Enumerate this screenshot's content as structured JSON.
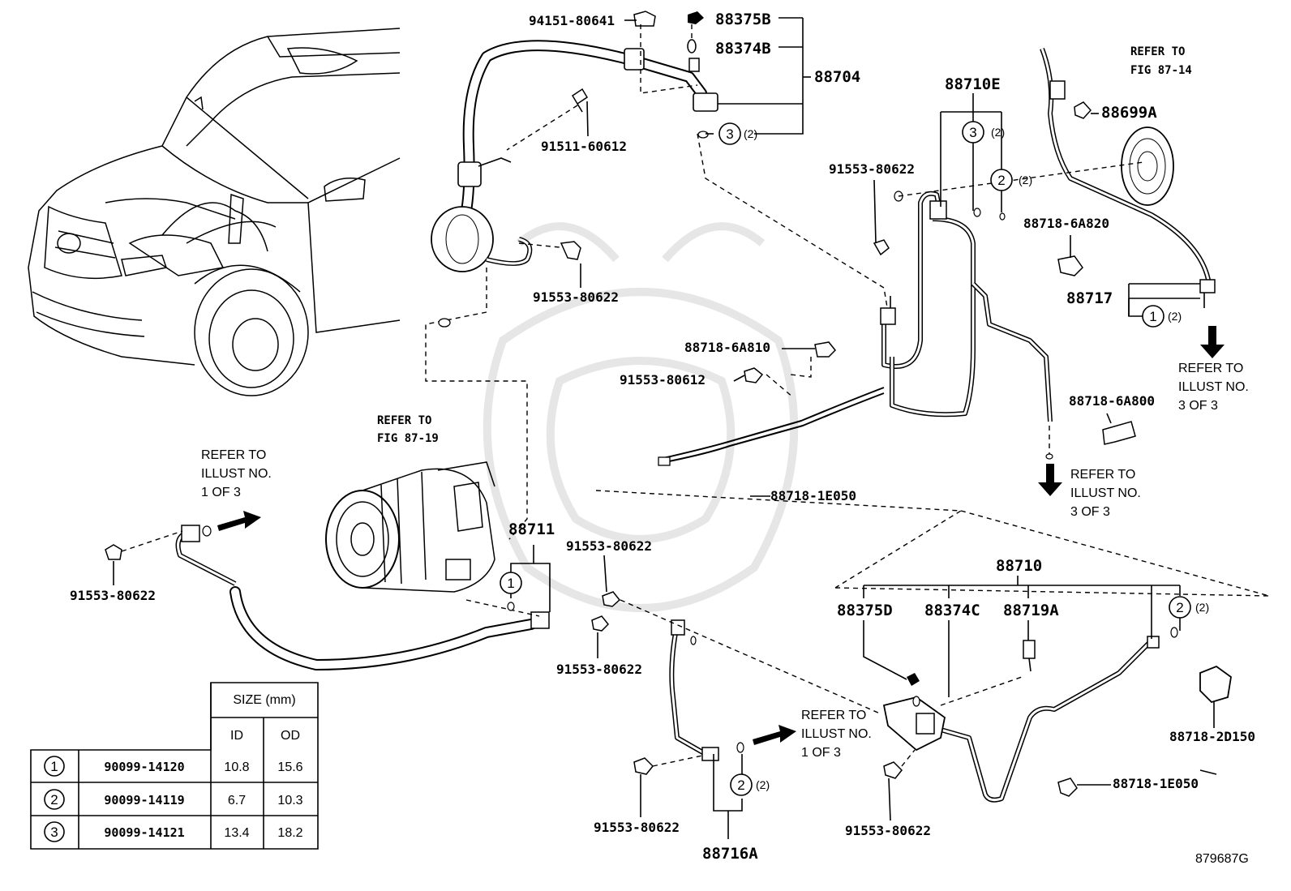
{
  "labels": {
    "p94151_80641": "94151-80641",
    "p88375B": "88375B",
    "p88374B": "88374B",
    "p88704": "88704",
    "p91511_60612": "91511-60612",
    "p91553_80622_top": "91553-80622",
    "p88710E": "88710E",
    "p91553_80622_cond": "91553-80622",
    "p88699A": "88699A",
    "p88718_6A820": "88718-6A820",
    "p88717": "88717",
    "p88718_6A810": "88718-6A810",
    "p91553_80612": "91553-80612",
    "p88718_6A800": "88718-6A800",
    "p88718_1E050_a": "88718-1E050",
    "p88711": "88711",
    "p91553_80622_comp1": "91553-80622",
    "p91553_80622_comp2": "91553-80622",
    "p91553_80622_left": "91553-80622",
    "p88710": "88710",
    "p88375D": "88375D",
    "p88374C": "88374C",
    "p88719A": "88719A",
    "p88718_2D150": "88718-2D150",
    "p88718_1E050_b": "88718-1E050",
    "p91553_80622_bot1": "91553-80622",
    "p88716A": "88716A",
    "p91553_80622_bot2": "91553-80622",
    "code": "879687G"
  },
  "refs": {
    "fig_87_14_l1": "REFER TO",
    "fig_87_14_l2": "FIG 87-14",
    "fig_87_19_l1": "REFER TO",
    "fig_87_19_l2": "FIG 87-19",
    "illust_1a_l1": "REFER TO",
    "illust_1a_l2": "ILLUST NO.",
    "illust_1a_l3": "1 OF 3",
    "illust_3a_l1": "REFER TO",
    "illust_3a_l2": "ILLUST NO.",
    "illust_3a_l3": "3 OF 3",
    "illust_3b_l1": "REFER TO",
    "illust_3b_l2": "ILLUST NO.",
    "illust_3b_l3": "3 OF 3",
    "illust_1b_l1": "REFER TO",
    "illust_1b_l2": "ILLUST NO.",
    "illust_1b_l3": "1 OF 3"
  },
  "callouts": {
    "c88704_num": "3",
    "c88704_qty": "(2)",
    "c88710E_a_num": "3",
    "c88710E_a_qty": "(2)",
    "c88710E_b_num": "2",
    "c88710E_b_qty": "(2)",
    "c88717_num": "1",
    "c88717_qty": "(2)",
    "c88711_num": "1",
    "c88710_num": "2",
    "c88710_qty": "(2)",
    "c88716A_num": "2",
    "c88716A_qty": "(2)"
  },
  "table": {
    "size_header": "SIZE (mm)",
    "col_id": "ID",
    "col_od": "OD",
    "rows": [
      {
        "num": "1",
        "part": "90099-14120",
        "id": "10.8",
        "od": "15.6"
      },
      {
        "num": "2",
        "part": "90099-14119",
        "id": "6.7",
        "od": "10.3"
      },
      {
        "num": "3",
        "part": "90099-14121",
        "id": "13.4",
        "od": "18.2"
      }
    ]
  }
}
